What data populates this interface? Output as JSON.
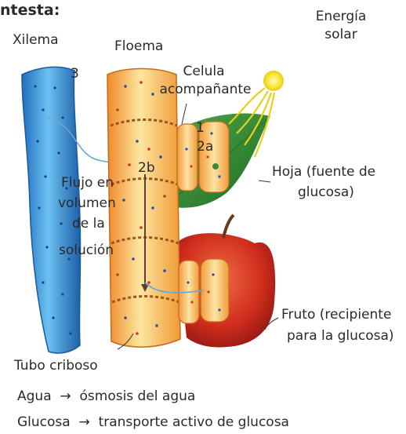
{
  "title": "ntesta:",
  "labels": {
    "xilema": "Xilema",
    "floema": "Floema",
    "energia_1": "Energía",
    "energia_2": "solar",
    "celula_1": "Celula",
    "celula_2": "acompañante",
    "num_3": "3",
    "num_1": "1",
    "num_2a": "2a",
    "num_2b": "2b",
    "flujo_1": "Flujo en",
    "flujo_2": "volumen",
    "flujo_3": "de la",
    "flujo_4": "solución",
    "hoja_1": "Hoja (fuente de",
    "hoja_2": "glucosa)",
    "fruto_1": "Fruto (recipiente",
    "fruto_2": "para la glucosa)",
    "tubo": "Tubo criboso"
  },
  "legend": {
    "agua_term": "Agua",
    "agua_desc": "ósmosis del agua",
    "glucosa_term": "Glucosa",
    "glucosa_desc": "transporte activo de glucosa"
  },
  "colors": {
    "xylem_blue": "#3a8fd6",
    "phloem_orange": "#f3b24a",
    "leaf_green": "#3c8c3a",
    "apple_red": "#c92b1c",
    "sun_yellow": "#f5e12a",
    "dot_blue": "#2b4fa8",
    "dot_red": "#d2322a"
  }
}
